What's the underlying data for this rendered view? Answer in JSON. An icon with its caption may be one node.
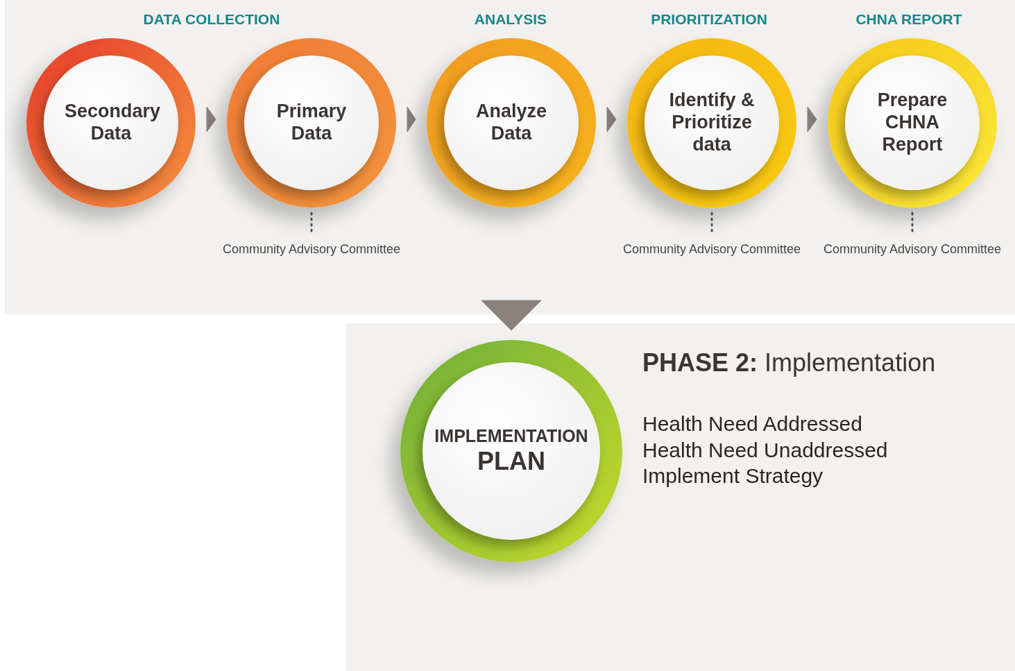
{
  "diagram": {
    "nodes": [
      {
        "text": [
          "Secondary Data"
        ]
      },
      {
        "text": [
          "Primary Data"
        ],
        "beside": [
          "Community Advisory Committee"
        ]
      },
      {
        "text": [
          "Analyze Data"
        ]
      },
      {
        "text": [
          "Identify & Prioritize data"
        ],
        "beside": [
          "Community Advisory Committee"
        ]
      },
      {
        "text": [
          "Prepare CHNA Report"
        ],
        "beside": [
          "Community Advisory Committee"
        ]
      },
      {
        "text": [
          "IMPLEMENTATION",
          "PLAN"
        ]
      }
    ],
    "edges": [
      {
        "from": 0,
        "to": 1,
        "arrow": "to"
      },
      {
        "from": 1,
        "to": 2,
        "arrow": "to"
      },
      {
        "from": 2,
        "to": 3,
        "arrow": "to"
      },
      {
        "from": 3,
        "to": 4,
        "arrow": "to"
      },
      {
        "from": null,
        "to": 5,
        "arrow": "to"
      }
    ],
    "labels": [
      "DATA COLLECTION",
      "ANALYSIS",
      "PRIORITIZATION",
      "CHNA REPORT",
      "**PHASE 2:** Implementation",
      "Health Need Addressed",
      "Health Need Unaddressed",
      "Implement Strategy"
    ]
  }
}
